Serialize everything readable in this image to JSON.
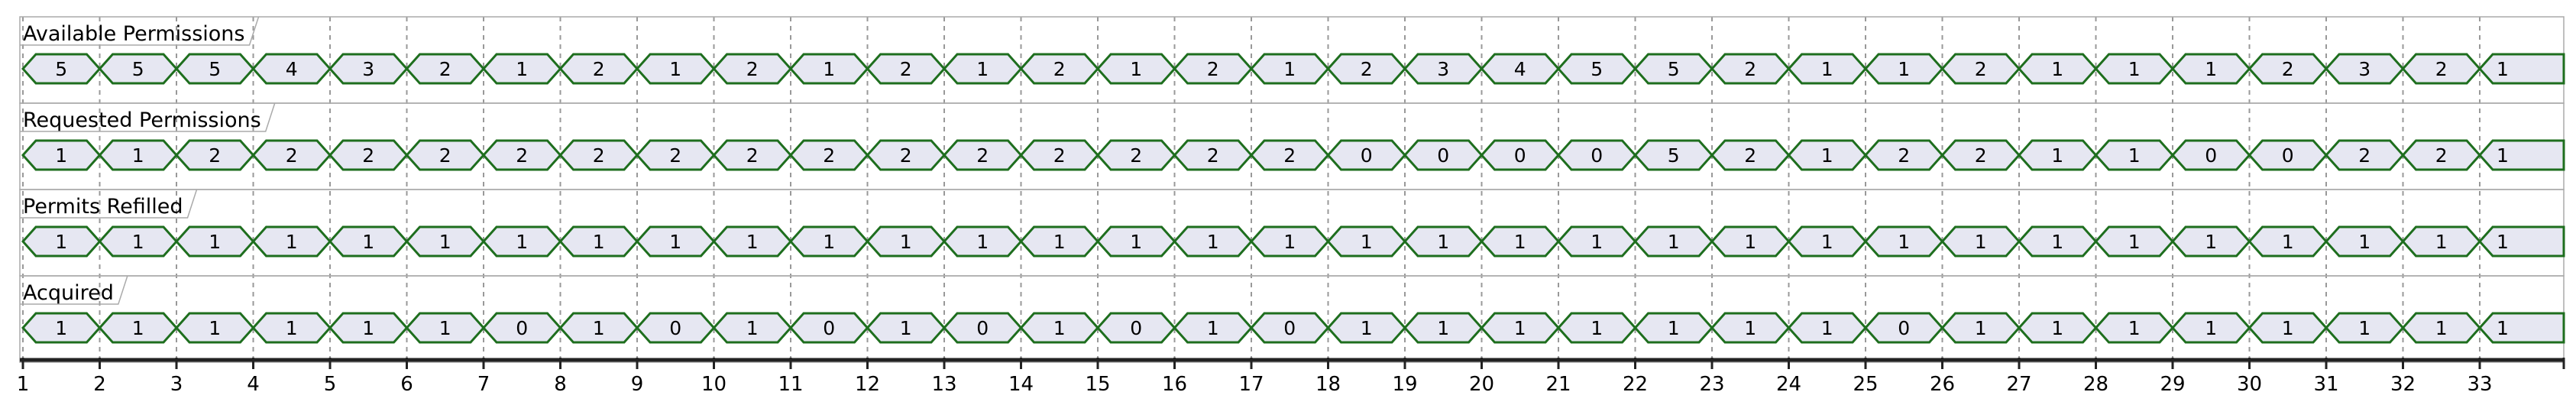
{
  "chart_data": {
    "type": "timing-diagram",
    "ticks": [
      1,
      2,
      3,
      4,
      5,
      6,
      7,
      8,
      9,
      10,
      11,
      12,
      13,
      14,
      15,
      16,
      17,
      18,
      19,
      20,
      21,
      22,
      23,
      24,
      25,
      26,
      27,
      28,
      29,
      30,
      31,
      32,
      33
    ],
    "grid": "dashed-vertical",
    "series": [
      {
        "name": "Available Permissions",
        "values": [
          5,
          5,
          5,
          4,
          3,
          2,
          1,
          2,
          1,
          2,
          1,
          2,
          1,
          2,
          1,
          2,
          1,
          2,
          3,
          4,
          5,
          5,
          2,
          1,
          1,
          2,
          1,
          1,
          1,
          2,
          3,
          2,
          1
        ]
      },
      {
        "name": "Requested Permissions",
        "values": [
          1,
          1,
          2,
          2,
          2,
          2,
          2,
          2,
          2,
          2,
          2,
          2,
          2,
          2,
          2,
          2,
          2,
          0,
          0,
          0,
          0,
          5,
          2,
          1,
          2,
          2,
          1,
          1,
          0,
          0,
          2,
          2,
          1
        ]
      },
      {
        "name": "Permits Refilled",
        "values": [
          1,
          1,
          1,
          1,
          1,
          1,
          1,
          1,
          1,
          1,
          1,
          1,
          1,
          1,
          1,
          1,
          1,
          1,
          1,
          1,
          1,
          1,
          1,
          1,
          1,
          1,
          1,
          1,
          1,
          1,
          1,
          1,
          1
        ]
      },
      {
        "name": "Acquired",
        "values": [
          1,
          1,
          1,
          1,
          1,
          1,
          0,
          1,
          0,
          1,
          0,
          1,
          0,
          1,
          0,
          1,
          0,
          1,
          1,
          1,
          1,
          1,
          1,
          1,
          0,
          1,
          1,
          1,
          1,
          1,
          1,
          1,
          1
        ]
      }
    ],
    "colors": {
      "signal_fill": "#e6e7f2",
      "signal_stroke": "#1e6e1e",
      "grid": "#999999",
      "frame": "#aaaaaa",
      "axis": "#222222",
      "text": "#000000"
    }
  }
}
